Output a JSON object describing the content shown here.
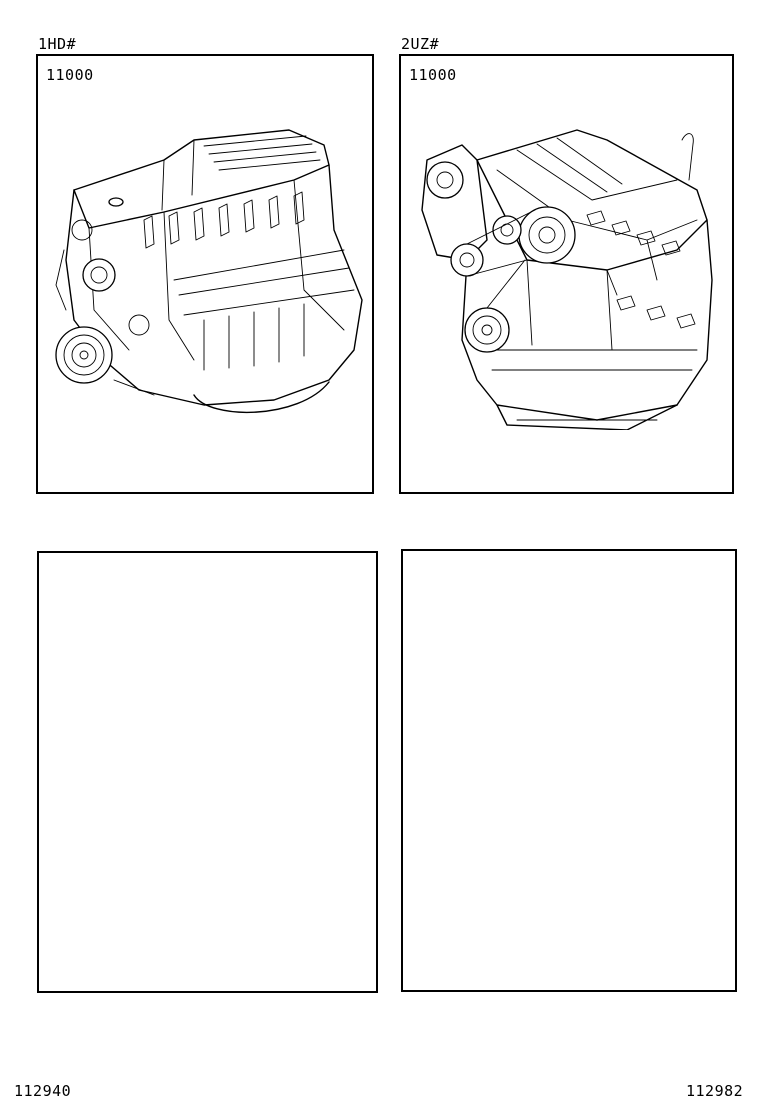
{
  "panels": [
    {
      "engine_label": "1HD#",
      "part_number": "11000",
      "has_drawing": true
    },
    {
      "engine_label": "2UZ#",
      "part_number": "11000",
      "has_drawing": true
    },
    {
      "engine_label": "",
      "part_number": "",
      "has_drawing": false
    },
    {
      "engine_label": "",
      "part_number": "",
      "has_drawing": false
    }
  ],
  "footer": {
    "left_code": "112940",
    "right_code": "112982"
  }
}
